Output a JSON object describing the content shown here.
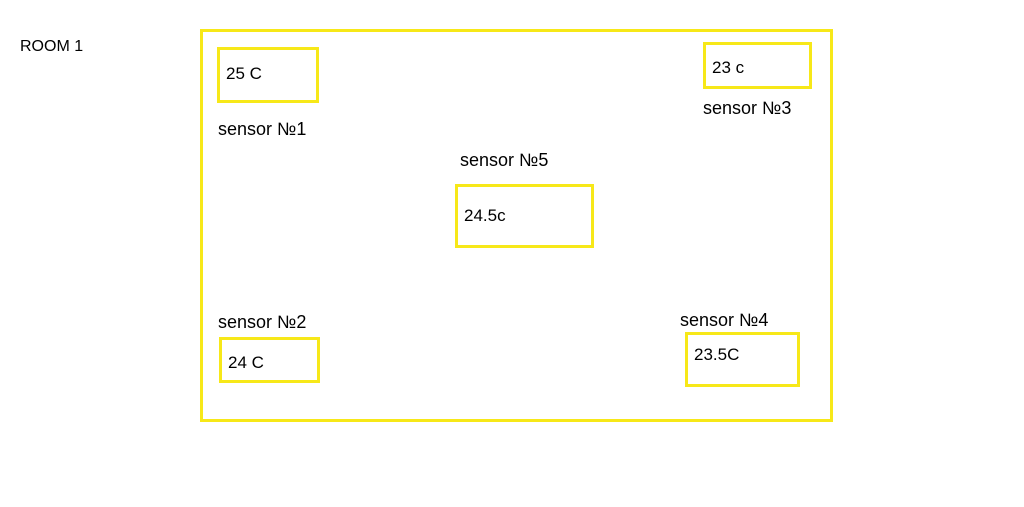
{
  "room": {
    "label": "ROOM 1"
  },
  "sensors": [
    {
      "label": "sensor №1",
      "reading": "25 C"
    },
    {
      "label": "sensor №2",
      "reading": "24 C"
    },
    {
      "label": "sensor №3",
      "reading": "23 c"
    },
    {
      "label": "sensor №4",
      "reading": "23.5C"
    },
    {
      "label": "sensor №5",
      "reading": "24.5c"
    }
  ],
  "colors": {
    "frame": "#f7e818",
    "text": "#000000",
    "background": "#ffffff"
  }
}
